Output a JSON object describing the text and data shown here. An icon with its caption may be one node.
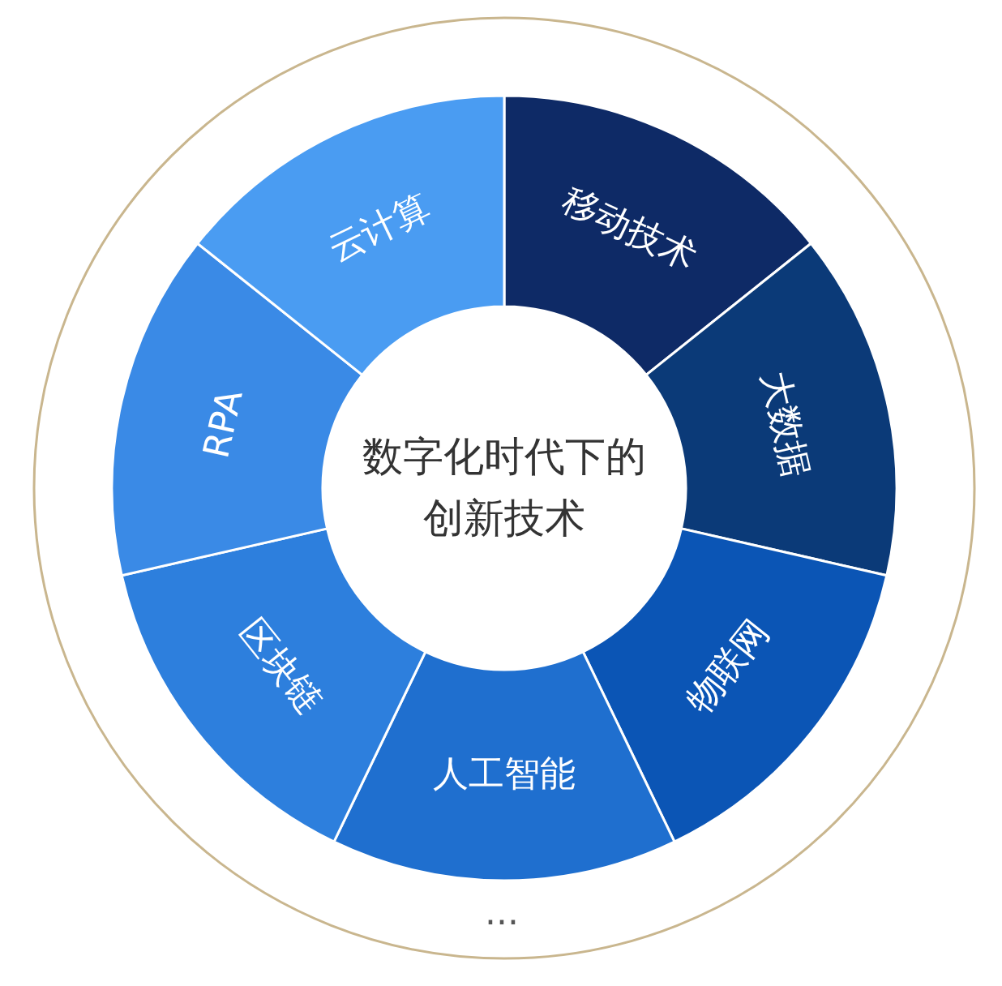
{
  "diagram": {
    "nodes": [
      {
        "text": [
          "数字化时代下的创新技术"
        ]
      },
      {
        "text": [
          "移动技术"
        ]
      },
      {
        "text": [
          "大数据"
        ]
      },
      {
        "text": [
          "物联网"
        ]
      },
      {
        "text": [
          "人工智能"
        ]
      },
      {
        "text": [
          "区块链"
        ]
      },
      {
        "text": [
          "RPA"
        ]
      },
      {
        "text": [
          "云计算"
        ]
      }
    ],
    "labels": [
      "..."
    ]
  }
}
